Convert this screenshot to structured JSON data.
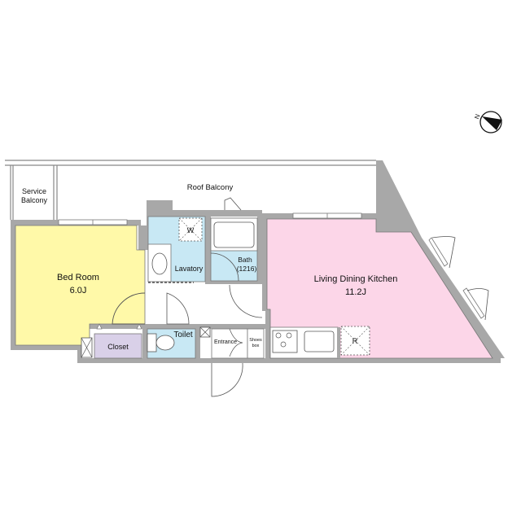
{
  "floorplan": {
    "rooms": {
      "service_balcony": {
        "line1": "Service",
        "line2": "Balcony"
      },
      "roof_balcony": {
        "label": "Roof Balcony"
      },
      "bedroom": {
        "label": "Bed Room",
        "size": "6.0J",
        "color": "#fff9a8"
      },
      "closet": {
        "label": "Closet",
        "color": "#d9d0e8"
      },
      "lavatory": {
        "label": "Lavatory",
        "color": "#c8e8f4"
      },
      "bath": {
        "label": "Bath",
        "size": "(1216)",
        "color": "#c8e8f4"
      },
      "toilet": {
        "label": "Toilet",
        "color": "#c8e8f4"
      },
      "entrance": {
        "label": "Entrance"
      },
      "shoes_box": {
        "line1": "Shoes",
        "line2": "box"
      },
      "ldk": {
        "label": "Living Dining Kitchen",
        "size": "11.2J",
        "color": "#fcd6e8"
      }
    },
    "fixtures": {
      "washer": "W",
      "fridge": "R"
    },
    "compass": {
      "label": "N"
    },
    "colors": {
      "wall": "#a8a8a8",
      "line": "#555555"
    }
  }
}
